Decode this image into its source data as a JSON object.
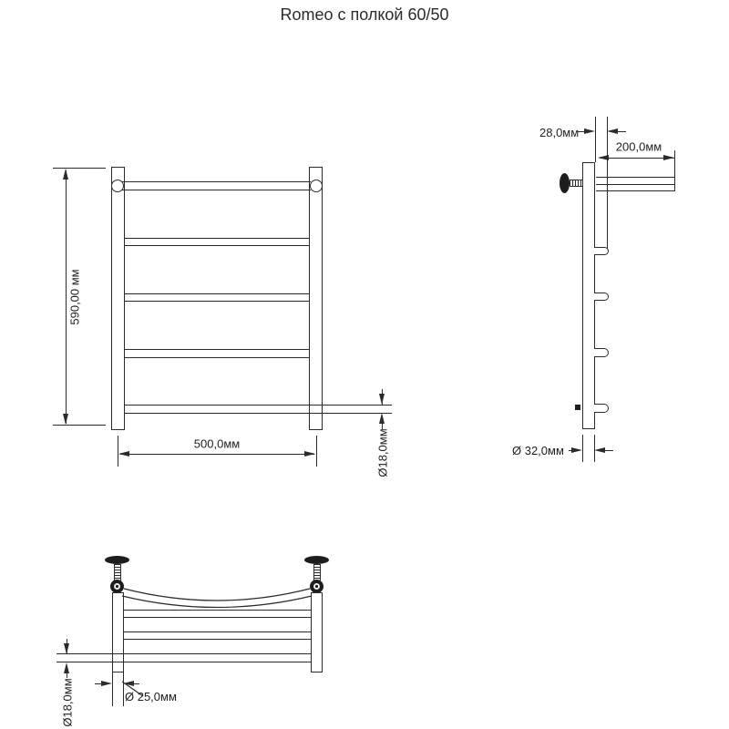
{
  "title": "Romeo с полкой 60/50",
  "colors": {
    "line": "#2b2b2b",
    "background": "#ffffff"
  },
  "drawing": {
    "views": {
      "front": {
        "dims": {
          "height": "590,00 мм",
          "width": "500,0мм",
          "tube_diameter": "Ø18,0мм"
        }
      },
      "side": {
        "dims": {
          "wall_offset": "28,0мм",
          "shelf_depth": "200,0мм",
          "post_diameter": "Ø 32,0мм"
        }
      },
      "top": {
        "dims": {
          "tube_diameter": "Ø18,0мм",
          "post_diameter": "Ø 25,0мм"
        }
      }
    }
  }
}
